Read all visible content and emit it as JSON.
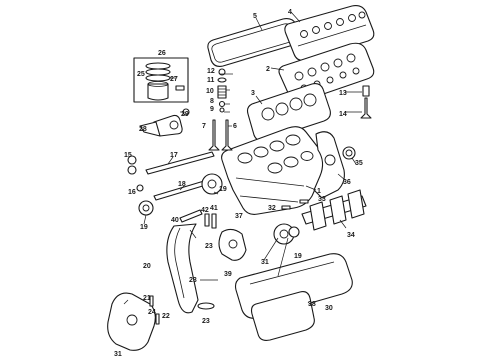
{
  "diagram": {
    "callouts": {
      "c1": "1",
      "c2": "2",
      "c3": "3",
      "c4": "4",
      "c5": "5",
      "c6": "6",
      "c7": "7",
      "c8": "8",
      "c9": "9",
      "c10": "10",
      "c11": "11",
      "c12": "12",
      "c13": "13",
      "c14": "14",
      "c15": "15",
      "c16": "16",
      "c17": "17",
      "c18": "18",
      "c19a": "19",
      "c19b": "19",
      "c19c": "19",
      "c20": "20",
      "c21": "21",
      "c22": "22",
      "c23a": "23",
      "c23b": "23",
      "c23c": "23",
      "c24": "24",
      "c25": "25",
      "c26": "26",
      "c27": "27",
      "c28": "28",
      "c29": "29",
      "c30": "30",
      "c31": "31",
      "c32": "32",
      "c33": "33",
      "c34": "34",
      "c35": "35",
      "c36": "36",
      "c37": "37",
      "c38": "38",
      "c39": "39",
      "c40": "40",
      "c41": "41",
      "c42": "42"
    }
  }
}
